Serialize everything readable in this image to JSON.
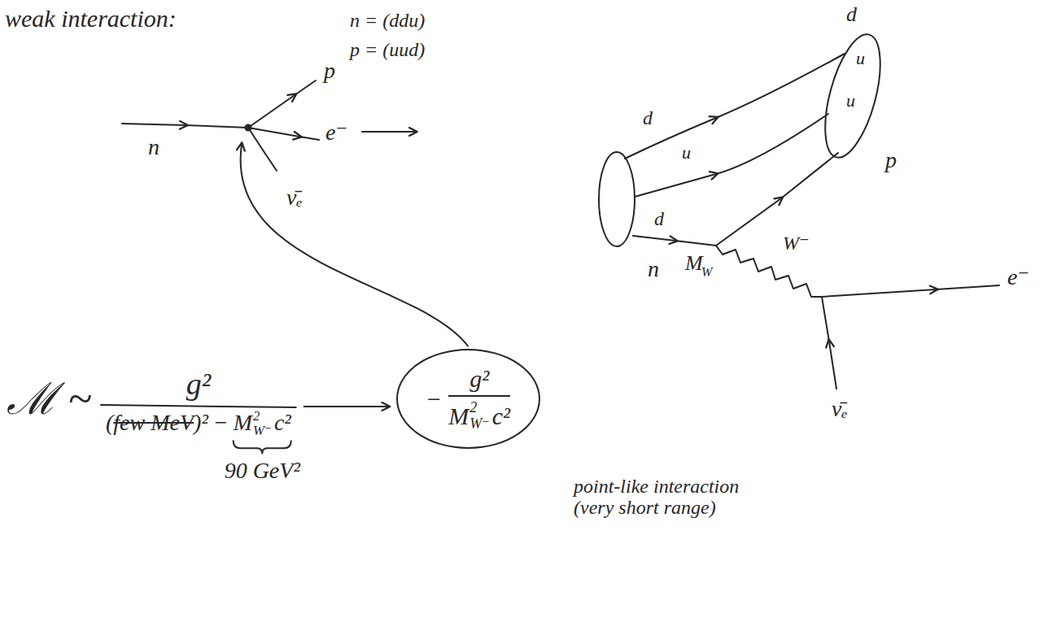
{
  "diagram": {
    "title": "weak interaction:",
    "nodes": [
      {
        "text": [
          "−",
          "g²",
          "M",
          "2",
          "W⁻",
          "c²"
        ]
      }
    ],
    "labels": [
      "n = (ddu)",
      "p = (uud)",
      "p",
      "e⁻",
      "n",
      "ν̄ₑ",
      "d",
      "u",
      "u",
      "p",
      "d",
      "u",
      "d",
      "n",
      "M",
      "W",
      "W⁻",
      "e⁻",
      "ν̄ₑ",
      "ℳ ~",
      "g²",
      "(",
      "few MeV",
      ")²",
      "−",
      "M",
      "2",
      "W⁻",
      "c²",
      "90 GeV²",
      "point-like interaction (very short range)"
    ]
  }
}
